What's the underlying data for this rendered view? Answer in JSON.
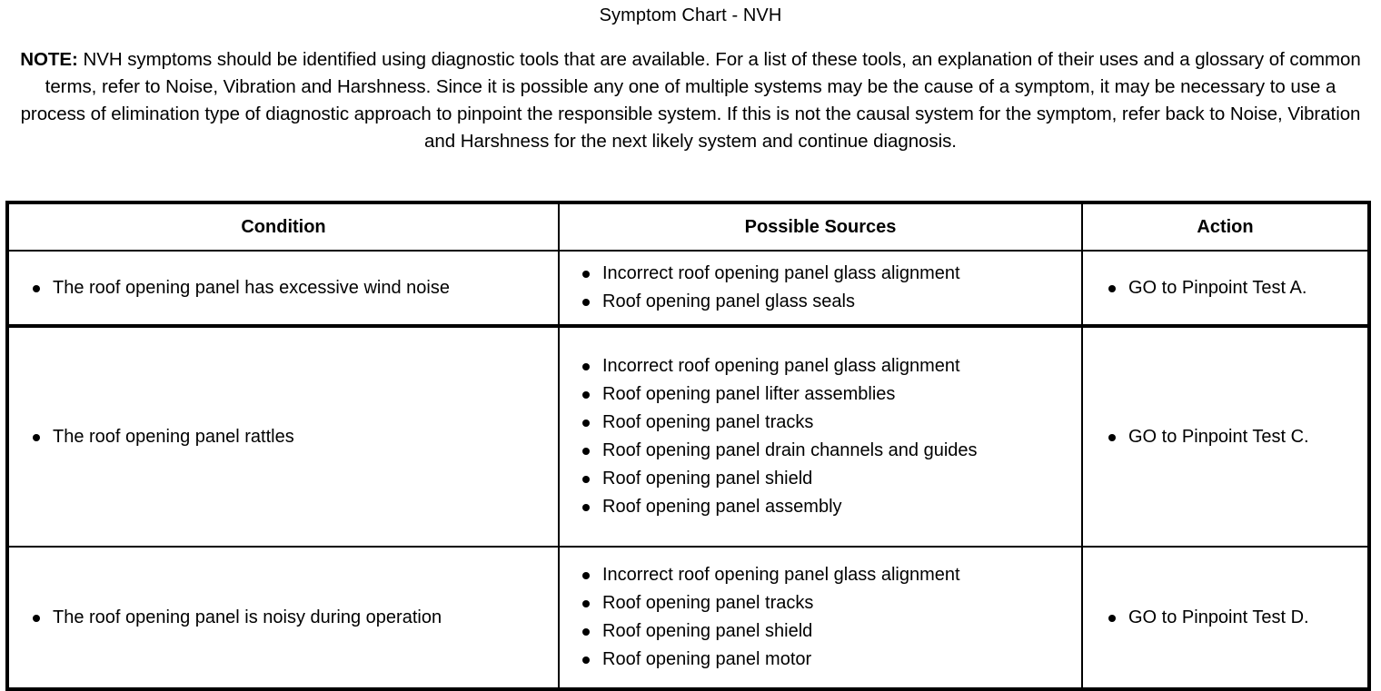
{
  "document": {
    "title": "Symptom Chart - NVH",
    "note": {
      "label": "NOTE:",
      "text": " NVH symptoms should be identified using diagnostic tools that are available. For a list of these tools, an explanation of their uses and a glossary of common terms, refer to Noise, Vibration and Harshness. Since it is possible any one of multiple systems may be the cause of a symptom, it may be necessary to use a process of elimination type of diagnostic approach to pinpoint the responsible system. If this is not the causal system for the symptom, refer back to Noise, Vibration and Harshness for the next likely system and continue diagnosis."
    }
  },
  "table": {
    "headers": {
      "condition": "Condition",
      "sources": "Possible Sources",
      "action": "Action"
    },
    "rows": [
      {
        "condition": [
          "The roof opening panel has excessive wind noise"
        ],
        "sources": [
          "Incorrect roof opening panel glass alignment",
          "Roof opening panel glass seals"
        ],
        "action": [
          "GO to Pinpoint Test A."
        ]
      },
      {
        "condition": [
          "The roof opening panel rattles"
        ],
        "sources": [
          "Incorrect roof opening panel glass alignment",
          "Roof opening panel lifter assemblies",
          "Roof opening panel tracks",
          "Roof opening panel drain channels and guides",
          "Roof opening panel shield",
          "Roof opening panel assembly"
        ],
        "action": [
          "GO to Pinpoint Test C."
        ]
      },
      {
        "condition": [
          "The roof opening panel is noisy during operation"
        ],
        "sources": [
          "Incorrect roof opening panel glass alignment",
          "Roof opening panel tracks",
          "Roof opening panel shield",
          "Roof opening panel motor"
        ],
        "action": [
          "GO to Pinpoint Test D."
        ]
      }
    ]
  },
  "colors": {
    "text": "#000000",
    "background": "#ffffff",
    "border": "#000000"
  }
}
